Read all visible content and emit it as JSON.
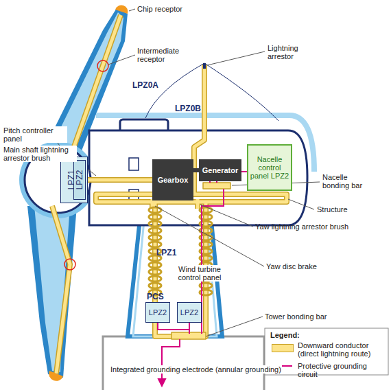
{
  "diagram": {
    "nodes": [
      {
        "text": [
          "LPZ1"
        ]
      },
      {
        "text": [
          "LPZ2"
        ],
        "in": 0
      },
      {
        "text": [
          "Gearbox"
        ]
      },
      {
        "text": [
          "Generator"
        ]
      },
      {
        "text": [
          "Nacelle control panel LPZ2"
        ]
      },
      {
        "text": [
          "LPZ2"
        ]
      },
      {
        "text": [
          "LPZ2"
        ]
      }
    ],
    "edges": [
      {
        "from": 2,
        "to": 3,
        "arrow": "none"
      }
    ],
    "labels": [
      "Chip receptor",
      "Intermediate receptor",
      "Lightning arrestor",
      "LPZ0A",
      "LPZ0B",
      "Pitch controller panel",
      "Main shaft lightning arrestor brush",
      "Nacelle bonding bar",
      "Structure",
      "Yaw lightning arrestor brush",
      "Yaw disc brake",
      "LPZ1",
      "Wind turbine control panel",
      "PCS",
      "Tower bonding bar",
      "Integrated grounding electrode (annular grounding)",
      "Legend:"
    ],
    "legend": [
      {
        "text": "Downward conductor (direct lightning route)",
        "color": "#fde48a"
      },
      {
        "text": "Protective grounding circuit"
      }
    ]
  }
}
